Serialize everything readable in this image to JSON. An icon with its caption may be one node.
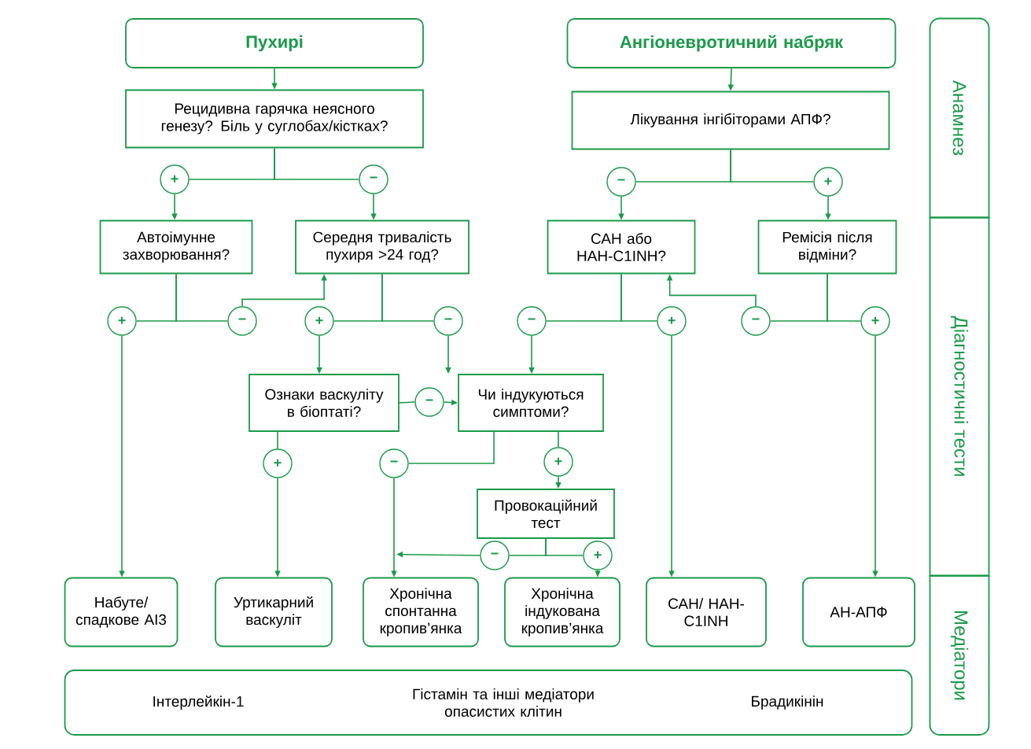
{
  "diagram": {
    "nodes": [
      {
        "text": [
          "Пухирі"
        ]
      },
      {
        "text": [
          "Ангіоневротичний набряк"
        ]
      },
      {
        "text": [
          "Рецидивна гарячка неясного генезу? Біль у суглобах/кістках?"
        ]
      },
      {
        "text": [
          "Лікування інгібіторами АПФ?"
        ]
      },
      {
        "text": [
          "+"
        ]
      },
      {
        "text": [
          "−"
        ]
      },
      {
        "text": [
          "−"
        ]
      },
      {
        "text": [
          "+"
        ]
      },
      {
        "text": [
          "Автоімунне захворювання?"
        ]
      },
      {
        "text": [
          "Середня тривалість пухиря >24 год?"
        ]
      },
      {
        "text": [
          "САН або НАН-C1INH?"
        ]
      },
      {
        "text": [
          "Ремісія після відміни?"
        ]
      },
      {
        "text": [
          "+"
        ]
      },
      {
        "text": [
          "−"
        ]
      },
      {
        "text": [
          "+"
        ]
      },
      {
        "text": [
          "−"
        ]
      },
      {
        "text": [
          "−"
        ]
      },
      {
        "text": [
          "+"
        ]
      },
      {
        "text": [
          "−"
        ]
      },
      {
        "text": [
          "+"
        ]
      },
      {
        "text": [
          "Ознаки васкуліту в біоптаті?"
        ]
      },
      {
        "text": [
          "−"
        ]
      },
      {
        "text": [
          "Чи індукуються симптоми?"
        ]
      },
      {
        "text": [
          "+"
        ]
      },
      {
        "text": [
          "−"
        ]
      },
      {
        "text": [
          "+"
        ]
      },
      {
        "text": [
          "Провокаційний тест"
        ]
      },
      {
        "text": [
          "−"
        ]
      },
      {
        "text": [
          "+"
        ]
      },
      {
        "text": [
          "Набуте/ спадкове AI3"
        ]
      },
      {
        "text": [
          "Уртикарний васкуліт"
        ]
      },
      {
        "text": [
          "Хронічна спонтанна кропив’янка"
        ]
      },
      {
        "text": [
          "Хронічна індукована кропив’янка"
        ]
      },
      {
        "text": [
          "САН/ НАН-C1INH"
        ]
      },
      {
        "text": [
          "АН-АПФ"
        ]
      },
      {
        "text": [
          "Інтерлейкін-1",
          "Гістамін та інші медіатори опасистих клітин",
          "Брадикінін"
        ]
      },
      {
        "text": [
          "Анамнез"
        ]
      },
      {
        "text": [
          "Діагностичні тести"
        ]
      },
      {
        "text": [
          "Медіатори"
        ]
      }
    ],
    "edges": [
      {
        "from": 0,
        "to": 2,
        "arrow": "to"
      },
      {
        "from": 1,
        "to": 3,
        "arrow": "to"
      },
      {
        "from": 2,
        "to": 4,
        "arrow": "none"
      },
      {
        "from": 2,
        "to": 5,
        "arrow": "none"
      },
      {
        "from": 3,
        "to": 6,
        "arrow": "none"
      },
      {
        "from": 3,
        "to": 7,
        "arrow": "none"
      },
      {
        "from": 4,
        "to": 8,
        "arrow": "to"
      },
      {
        "from": 5,
        "to": 9,
        "arrow": "to"
      },
      {
        "from": 6,
        "to": 10,
        "arrow": "to"
      },
      {
        "from": 7,
        "to": 11,
        "arrow": "to"
      },
      {
        "from": 8,
        "to": 12,
        "arrow": "none"
      },
      {
        "from": 8,
        "to": 13,
        "arrow": "none"
      },
      {
        "from": 13,
        "to": 9,
        "arrow": "to"
      },
      {
        "from": 9,
        "to": 14,
        "arrow": "none"
      },
      {
        "from": 9,
        "to": 15,
        "arrow": "none"
      },
      {
        "from": 10,
        "to": 16,
        "arrow": "none"
      },
      {
        "from": 10,
        "to": 17,
        "arrow": "none"
      },
      {
        "from": 11,
        "to": 18,
        "arrow": "none"
      },
      {
        "from": 11,
        "to": 19,
        "arrow": "none"
      },
      {
        "from": 18,
        "to": 10,
        "arrow": "to"
      },
      {
        "from": 12,
        "to": 29,
        "arrow": "to"
      },
      {
        "from": 14,
        "to": 20,
        "arrow": "to"
      },
      {
        "from": 15,
        "to": 22,
        "arrow": "to"
      },
      {
        "from": 16,
        "to": 22,
        "arrow": "to"
      },
      {
        "from": 17,
        "to": 33,
        "arrow": "to"
      },
      {
        "from": 19,
        "to": 34,
        "arrow": "to"
      },
      {
        "from": 20,
        "to": 21,
        "arrow": "none"
      },
      {
        "from": 21,
        "to": 22,
        "arrow": "to"
      },
      {
        "from": 20,
        "to": 23,
        "arrow": "none"
      },
      {
        "from": 23,
        "to": 30,
        "arrow": "to"
      },
      {
        "from": 22,
        "to": 24,
        "arrow": "none"
      },
      {
        "from": 22,
        "to": 25,
        "arrow": "none"
      },
      {
        "from": 24,
        "to": 31,
        "arrow": "to"
      },
      {
        "from": 25,
        "to": 26,
        "arrow": "to"
      },
      {
        "from": 26,
        "to": 27,
        "arrow": "none"
      },
      {
        "from": 26,
        "to": 28,
        "arrow": "none"
      },
      {
        "from": 27,
        "to": 31,
        "arrow": "to"
      },
      {
        "from": 28,
        "to": 32,
        "arrow": "to"
      }
    ]
  }
}
